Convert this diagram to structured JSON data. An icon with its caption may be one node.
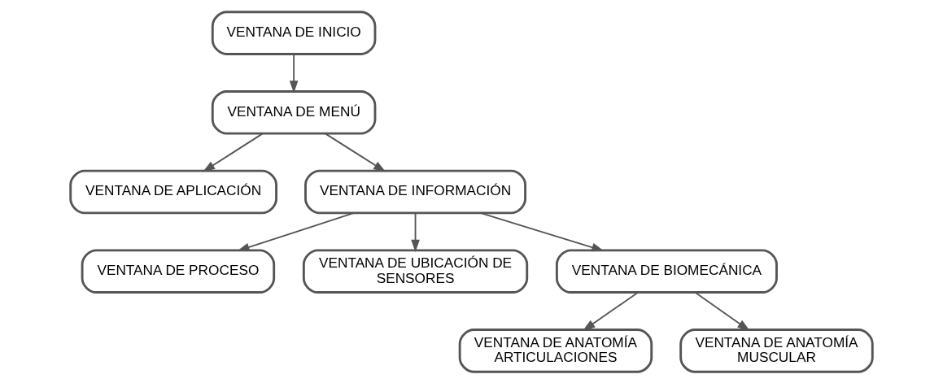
{
  "diagram": {
    "nodes": [
      {
        "text": [
          "VENTANA DE INICIO"
        ]
      },
      {
        "text": [
          "VENTANA DE MENÚ"
        ]
      },
      {
        "text": [
          "VENTANA DE APLICACIÓN"
        ]
      },
      {
        "text": [
          "VENTANA DE INFORMACIÓN"
        ]
      },
      {
        "text": [
          "VENTANA DE PROCESO"
        ]
      },
      {
        "text": [
          "VENTANA DE UBICACIÓN DE SENSORES"
        ]
      },
      {
        "text": [
          "VENTANA DE BIOMECÁNICA"
        ]
      },
      {
        "text": [
          "VENTANA DE ANATOMÍA ARTICULACIONES"
        ]
      },
      {
        "text": [
          "VENTANA DE ANATOMÍA MUSCULAR"
        ]
      }
    ],
    "edges": [
      {
        "from": 0,
        "to": 1,
        "arrow": "to"
      },
      {
        "from": 1,
        "to": 2,
        "arrow": "to"
      },
      {
        "from": 1,
        "to": 3,
        "arrow": "to"
      },
      {
        "from": 3,
        "to": 4,
        "arrow": "to"
      },
      {
        "from": 3,
        "to": 5,
        "arrow": "to"
      },
      {
        "from": 3,
        "to": 6,
        "arrow": "to"
      },
      {
        "from": 6,
        "to": 7,
        "arrow": "to"
      },
      {
        "from": 6,
        "to": 8,
        "arrow": "to"
      }
    ]
  }
}
